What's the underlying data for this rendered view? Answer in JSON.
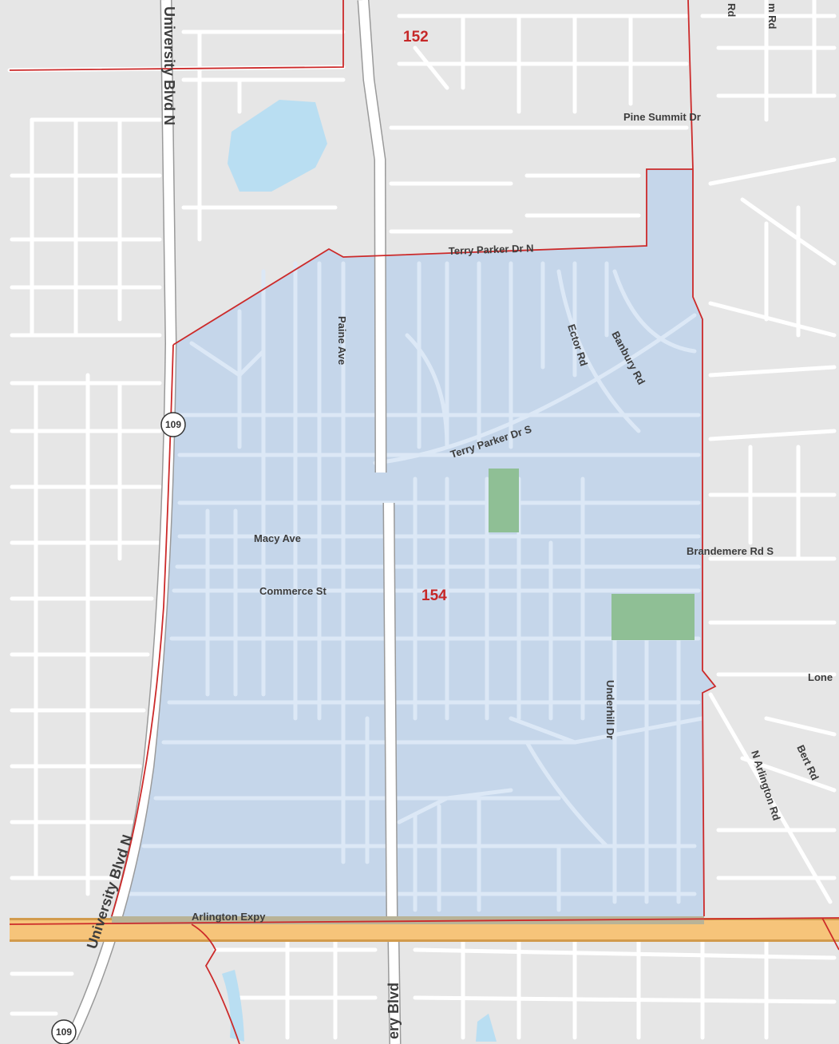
{
  "precincts": {
    "north": "152",
    "main": "154"
  },
  "highway_shields": [
    "109",
    "109"
  ],
  "street_labels": {
    "university_top": "University Blvd N",
    "university_bottom": "University Blvd N",
    "arlington_expy": "Arlington Expy",
    "terry_parker_n": "Terry Parker Dr N",
    "terry_parker_s": "Terry Parker Dr S",
    "pine_summit": "Pine Summit Dr",
    "paine": "Paine Ave",
    "ector": "Ector Rd",
    "banbury": "Banbury Rd",
    "macy": "Macy Ave",
    "commerce": "Commerce St",
    "brandemere": "Brandemere Rd S",
    "underhill": "Underhill Dr",
    "n_arlington": "N Arlington Rd",
    "bert": "Bert Rd",
    "lone_partial": "Lone",
    "rd_partial": "Rd",
    "m_rd_partial": "m Rd",
    "monument_partial": "ery Blvd"
  },
  "colors": {
    "background": "#e6e6e6",
    "district_fill": "#c5d6ea",
    "boundary": "#cc2a2a",
    "water": "#b9def2",
    "park": "#8fbf95",
    "expressway": "#f6c47a",
    "precinct_text": "#c62828"
  }
}
